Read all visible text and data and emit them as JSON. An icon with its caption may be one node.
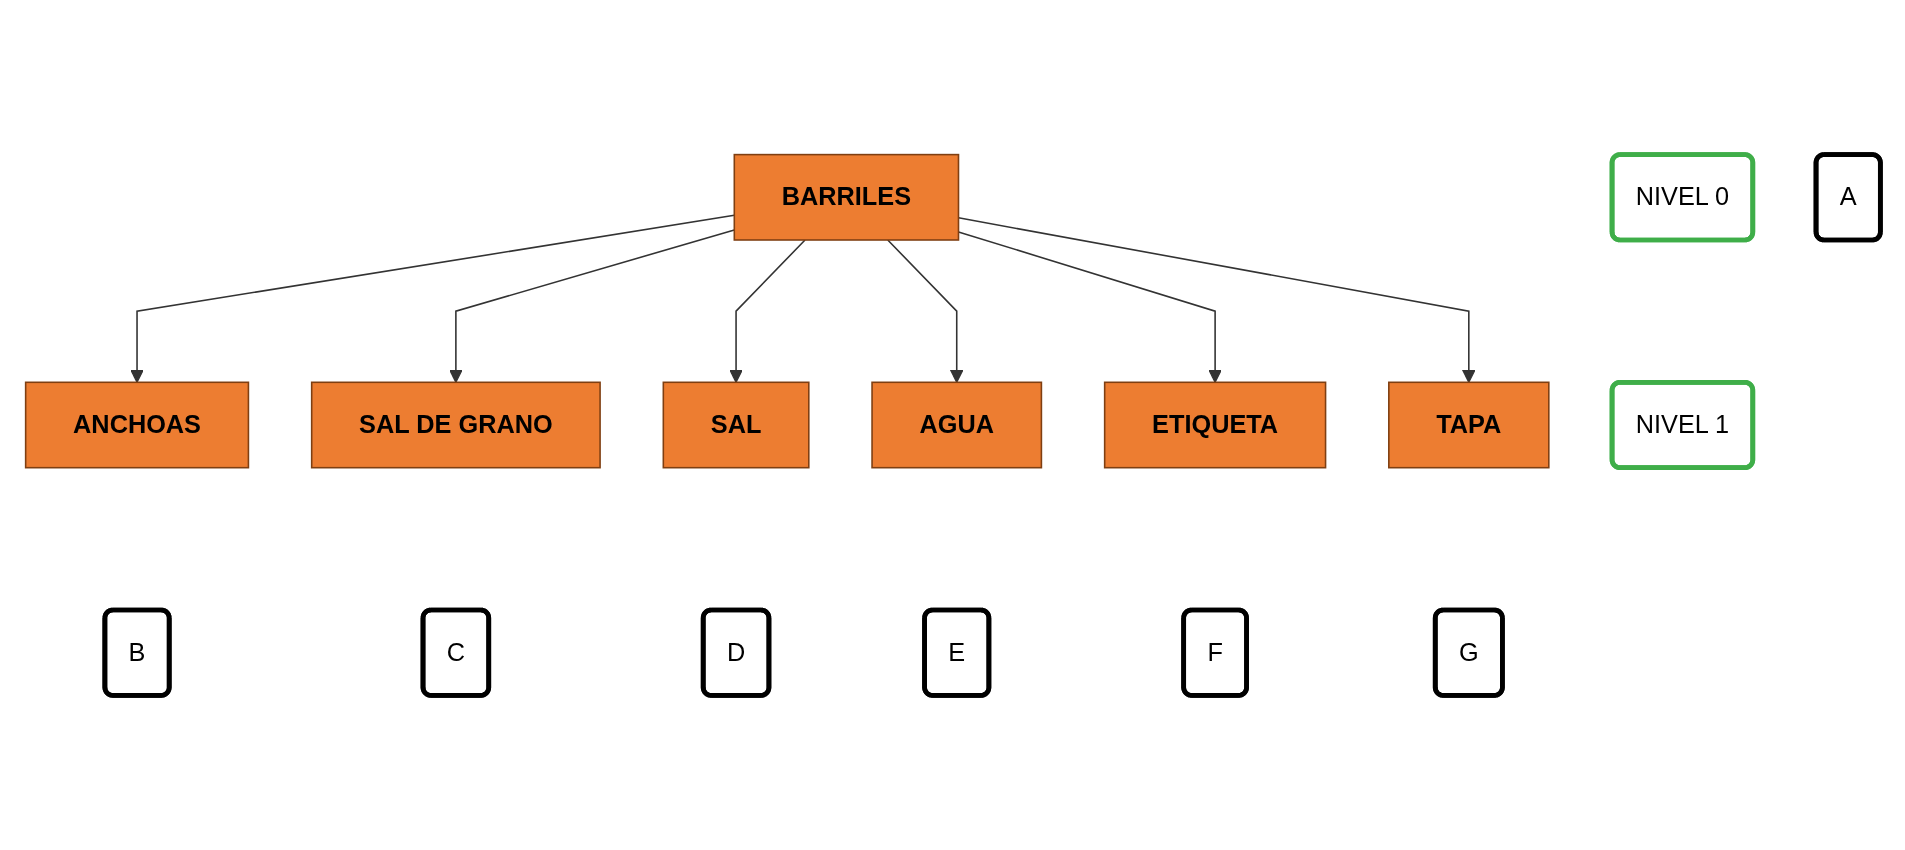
{
  "diagram": {
    "nodes": [
      {
        "text": [
          "A"
        ]
      },
      {
        "text": [
          "BARRILES"
        ]
      },
      {
        "text": [
          "NIVEL 0"
        ]
      },
      {
        "text": [
          "ANCHOAS"
        ]
      },
      {
        "text": [
          "SAL DE GRANO"
        ]
      },
      {
        "text": [
          "SAL"
        ]
      },
      {
        "text": [
          "AGUA"
        ]
      },
      {
        "text": [
          "ETIQUETA"
        ]
      },
      {
        "text": [
          "TAPA"
        ]
      },
      {
        "text": [
          "NIVEL 1"
        ]
      },
      {
        "text": [
          "B"
        ]
      },
      {
        "text": [
          "C"
        ]
      },
      {
        "text": [
          "D"
        ]
      },
      {
        "text": [
          "E"
        ]
      },
      {
        "text": [
          "F"
        ]
      },
      {
        "text": [
          "G"
        ]
      }
    ],
    "edges": [
      {
        "from": 1,
        "to": 3,
        "arrow": "to"
      },
      {
        "from": 1,
        "to": 4,
        "arrow": "to"
      },
      {
        "from": 1,
        "to": 5,
        "arrow": "to"
      },
      {
        "from": 1,
        "to": 6,
        "arrow": "to"
      },
      {
        "from": 1,
        "to": 7,
        "arrow": "to"
      },
      {
        "from": 1,
        "to": 8,
        "arrow": "to"
      }
    ]
  }
}
